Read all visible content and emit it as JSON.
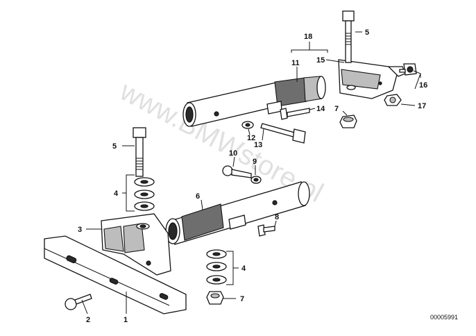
{
  "diagram": {
    "watermark": "www.BMWstore.pl",
    "part_number": "00005991",
    "callouts": [
      {
        "id": "c1",
        "label": "1"
      },
      {
        "id": "c2",
        "label": "2"
      },
      {
        "id": "c3",
        "label": "3"
      },
      {
        "id": "c4a",
        "label": "4"
      },
      {
        "id": "c4b",
        "label": "4"
      },
      {
        "id": "c5a",
        "label": "5"
      },
      {
        "id": "c5b",
        "label": "5"
      },
      {
        "id": "c6",
        "label": "6"
      },
      {
        "id": "c7a",
        "label": "7"
      },
      {
        "id": "c7b",
        "label": "7"
      },
      {
        "id": "c8",
        "label": "8"
      },
      {
        "id": "c9",
        "label": "9"
      },
      {
        "id": "c10",
        "label": "10"
      },
      {
        "id": "c11",
        "label": "11"
      },
      {
        "id": "c12",
        "label": "12"
      },
      {
        "id": "c13",
        "label": "13"
      },
      {
        "id": "c14",
        "label": "14"
      },
      {
        "id": "c15",
        "label": "15"
      },
      {
        "id": "c16",
        "label": "16"
      },
      {
        "id": "c17",
        "label": "17"
      },
      {
        "id": "c18",
        "label": "18"
      }
    ]
  }
}
